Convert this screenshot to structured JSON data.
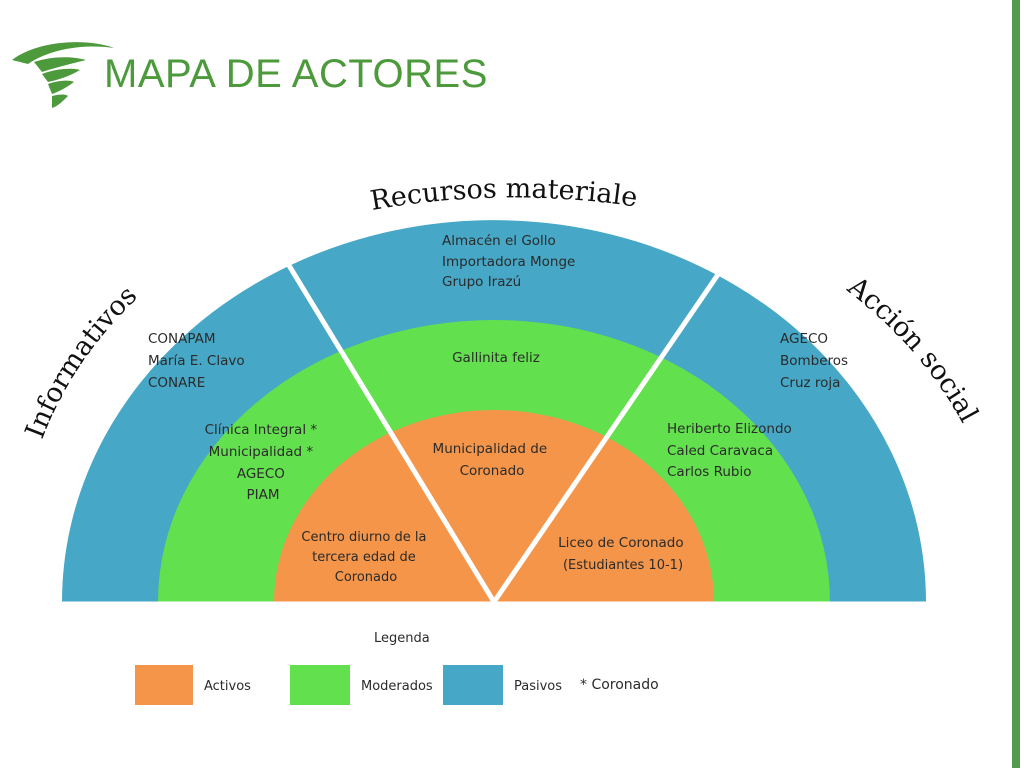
{
  "slide": {
    "title": "MAPA DE ACTORES"
  },
  "colors": {
    "activos": "#f4954a",
    "moderados": "#63e04e",
    "pasivos": "#47a7c6",
    "title": "#4c9a3c",
    "divider": "#ffffff"
  },
  "arc_labels": {
    "informativos": "Informativos",
    "recursos": "Recursos materiales",
    "accion": "Acción social"
  },
  "segments": {
    "outer_left": [
      "CONAPAM",
      "María E. Clavo",
      "CONARE"
    ],
    "outer_mid": [
      "Almacén el Gollo",
      "Importadora Monge",
      "Grupo Irazú"
    ],
    "outer_right": [
      "AGECO",
      "Bomberos",
      "Cruz roja"
    ],
    "middle_left": [
      "Clínica Integral *",
      "Municipalidad *",
      "AGECO",
      "PIAM"
    ],
    "middle_mid": [
      "Gallinita feliz"
    ],
    "middle_right": [
      "Heriberto Elizondo",
      "Caled Caravaca",
      "Carlos Rubio"
    ],
    "inner_left": [
      "Centro diurno de la",
      "tercera edad de",
      "Coronado"
    ],
    "inner_mid": [
      "Municipalidad de",
      "Coronado"
    ],
    "inner_right": [
      "Liceo de Coronado",
      "(Estudiantes 10-1)"
    ]
  },
  "legend": {
    "title": "Legenda",
    "activos": "Activos",
    "moderados": "Moderados",
    "pasivos": "Pasivos",
    "note": "* Coronado"
  },
  "icons": {
    "logo": "green-swirl-logo-icon"
  }
}
